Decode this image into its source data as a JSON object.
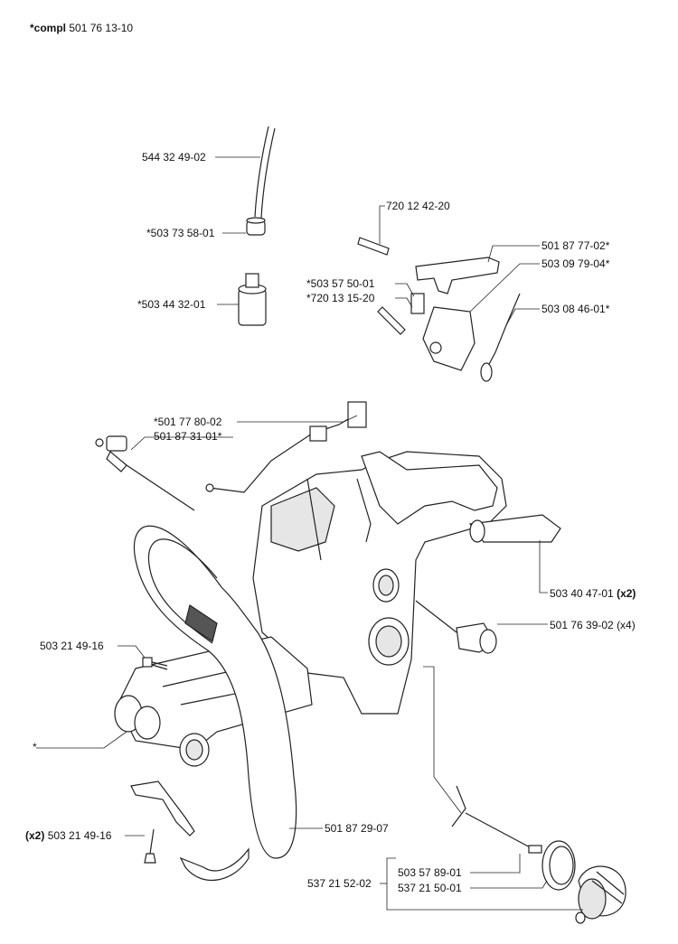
{
  "header": {
    "compl_bold": "*compl",
    "compl_number": "501 76 13-10"
  },
  "labels": {
    "fuel_hose": "544 32 49-02",
    "grommet": "*503 73 58-01",
    "fuel_filter": "*503 44 32-01",
    "pin_upper": "720 12 42-20",
    "throttle_trigger": "501 87 77-02*",
    "lockout": "503 09 79-04*",
    "spring": "*503 57 50-01",
    "pin_lower": "*720 13 15-20",
    "lockout_spring": "503 08 46-01*",
    "throttle_rod": "*501 77 80-02",
    "choke_rod": "501 87 31-01*",
    "damper_qty": "(x2)",
    "damper": "503 40 47-01",
    "bushing": "501 76 39-02 (x4)",
    "screw_upper": "503 21 49-16",
    "star": "*",
    "screw_lower_qty": "(x2)",
    "screw_lower": "503 21 49-16",
    "handle": "501 87 29-07",
    "cap_assembly": "537 21 52-02",
    "cap_part_a": "503 57 89-01",
    "cap_part_b": "537 21 50-01"
  }
}
